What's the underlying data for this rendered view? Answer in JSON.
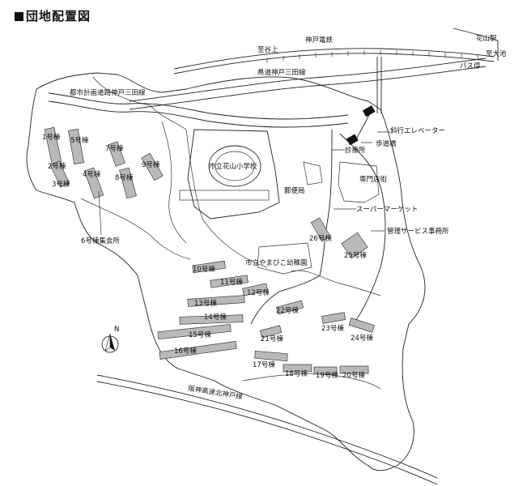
{
  "title": "団地配置図",
  "labels": {
    "railway": "神戸電鉄",
    "to_taniue": "至谷上",
    "hanayama_station": "花山駅",
    "to_onoike": "至大池",
    "bus_stop": "バス停",
    "prefectural_road": "県道神戸三田線",
    "city_planned_road": "都市計画道路神戸三田線",
    "slope_elevator": "斜行エレベーター",
    "footbridge": "歩道橋",
    "clinic": "診療所",
    "shopping_street": "専門店街",
    "post_office": "郵便局",
    "supermarket": "スーパーマーケット",
    "management_office": "管理サービス事務所",
    "school": "市立花山小学校",
    "kindergarten": "市立やまびこ幼稚園",
    "meeting_hall": "6号棟集会所",
    "expressway": "阪神高速北神戸線",
    "north": "N"
  },
  "buildings": [
    "1号棟",
    "2号棟",
    "3号棟",
    "4号棟",
    "5号棟",
    "7号棟",
    "8号棟",
    "9号棟",
    "10号棟",
    "11号棟",
    "12号棟",
    "13号棟",
    "14号棟",
    "15号棟",
    "16号棟",
    "17号棟",
    "18号棟",
    "19号棟",
    "20号棟",
    "21号棟",
    "22号棟",
    "23号棟",
    "24号棟",
    "25号棟",
    "26号棟"
  ]
}
